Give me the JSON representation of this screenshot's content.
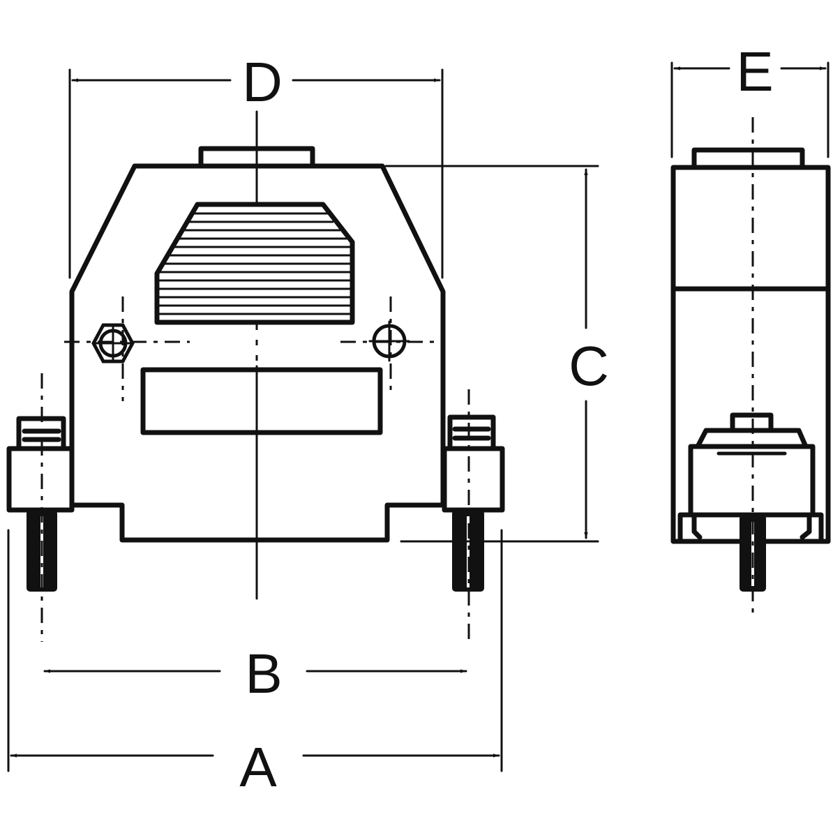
{
  "colors": {
    "line": "#111111",
    "background": "#ffffff"
  },
  "dimensions": {
    "A": "A",
    "B": "B",
    "C": "C",
    "D": "D",
    "E": "E"
  }
}
